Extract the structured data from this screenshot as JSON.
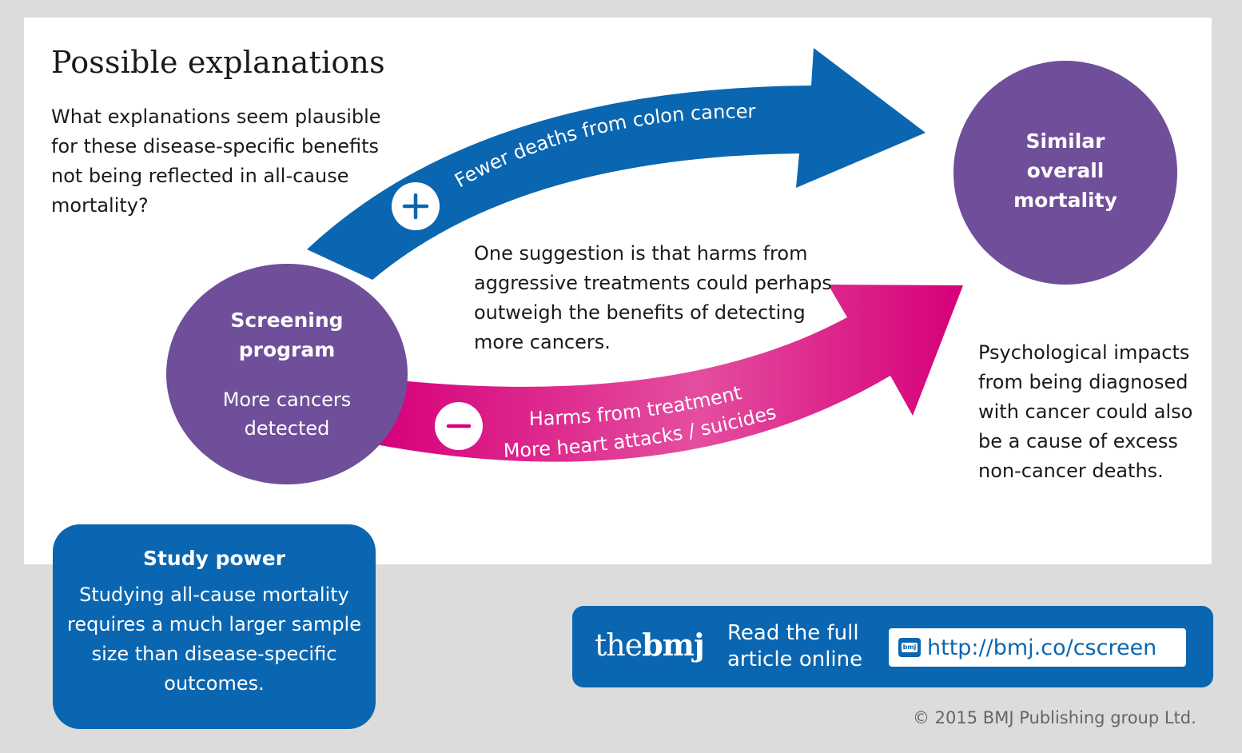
{
  "title": "Possible explanations",
  "question": "What explanations seem plausible for these disease-specific benefits not being reflected in all-cause mortality?",
  "screening": {
    "heading": "Screening program",
    "sub": "More cancers detected"
  },
  "mortality": {
    "heading": "Similar overall mortality"
  },
  "benefit_arrow": {
    "label": "Fewer deaths from colon cancer",
    "sign": "+"
  },
  "harm_arrow": {
    "label1": "Harms from treatment",
    "label2": "More heart attacks / suicides",
    "sign": "−"
  },
  "suggestion": "One suggestion is that harms from aggressive treatments could perhaps outweigh the benefits of detecting more cancers.",
  "psychological": "Psychological impacts from being diagnosed with cancer could also be a cause of excess non-cancer deaths.",
  "study_power": {
    "heading": "Study power",
    "body": "Studying all-cause mortality requires a much larger sample size than disease-specific outcomes."
  },
  "footer": {
    "logo_light": "the",
    "logo_bold": "bmj",
    "read_text": "Read the full article online",
    "url_icon": "bmj",
    "url": "http://bmj.co/cscreen",
    "copyright": "© 2015 BMJ Publishing group Ltd."
  },
  "colors": {
    "blue": "#0a66b0",
    "magenta": "#d6007a",
    "purple": "#6f4e9a"
  }
}
